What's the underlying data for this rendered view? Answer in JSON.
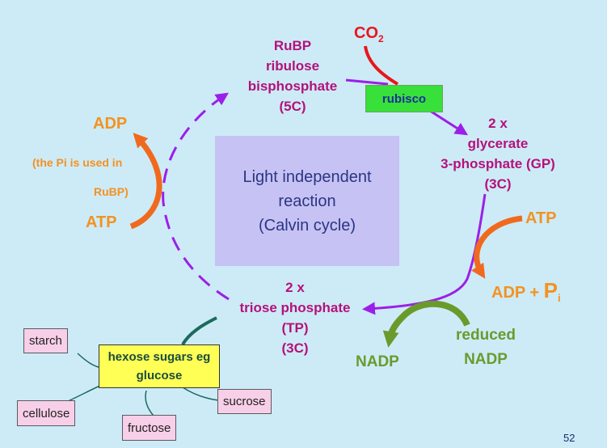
{
  "co2": {
    "main": "CO",
    "sub": "2"
  },
  "rubp": {
    "lines": [
      "RuBP",
      "ribulose",
      "bisphosphate",
      "(5C)"
    ]
  },
  "rubisco": "rubisco",
  "gp": {
    "lines": [
      "2 x",
      "glycerate",
      "3-phosphate (GP)",
      "(3C)"
    ]
  },
  "center": {
    "lines": [
      "Light independent",
      "reaction",
      "(Calvin cycle)"
    ]
  },
  "tp": {
    "lines": [
      "2 x",
      "triose phosphate",
      "(TP)",
      "(3C)"
    ]
  },
  "left": {
    "adp": "ADP",
    "note_line1": "(the Pi is used in",
    "note_line2": "RuBP)",
    "atp": "ATP"
  },
  "right": {
    "atp": "ATP",
    "adp_plus": "ADP +",
    "pi_main": "P",
    "pi_sub": "i"
  },
  "nadp": {
    "reduced_line1": "reduced",
    "reduced_line2": "NADP",
    "nadp": "NADP"
  },
  "hexose": {
    "line1": "hexose sugars eg",
    "line2": "glucose"
  },
  "sugars": {
    "starch": "starch",
    "cellulose": "cellulose",
    "fructose": "fructose",
    "sucrose": "sucrose"
  },
  "page_number": "52",
  "colors": {
    "background": "#cdebf7",
    "cycle_arrow": "#9b1fe8",
    "magenta": "#b5117a",
    "orange": "#f39221",
    "green": "#6b9a2c",
    "red": "#e8161d",
    "center_box": "#c6c2f3"
  }
}
